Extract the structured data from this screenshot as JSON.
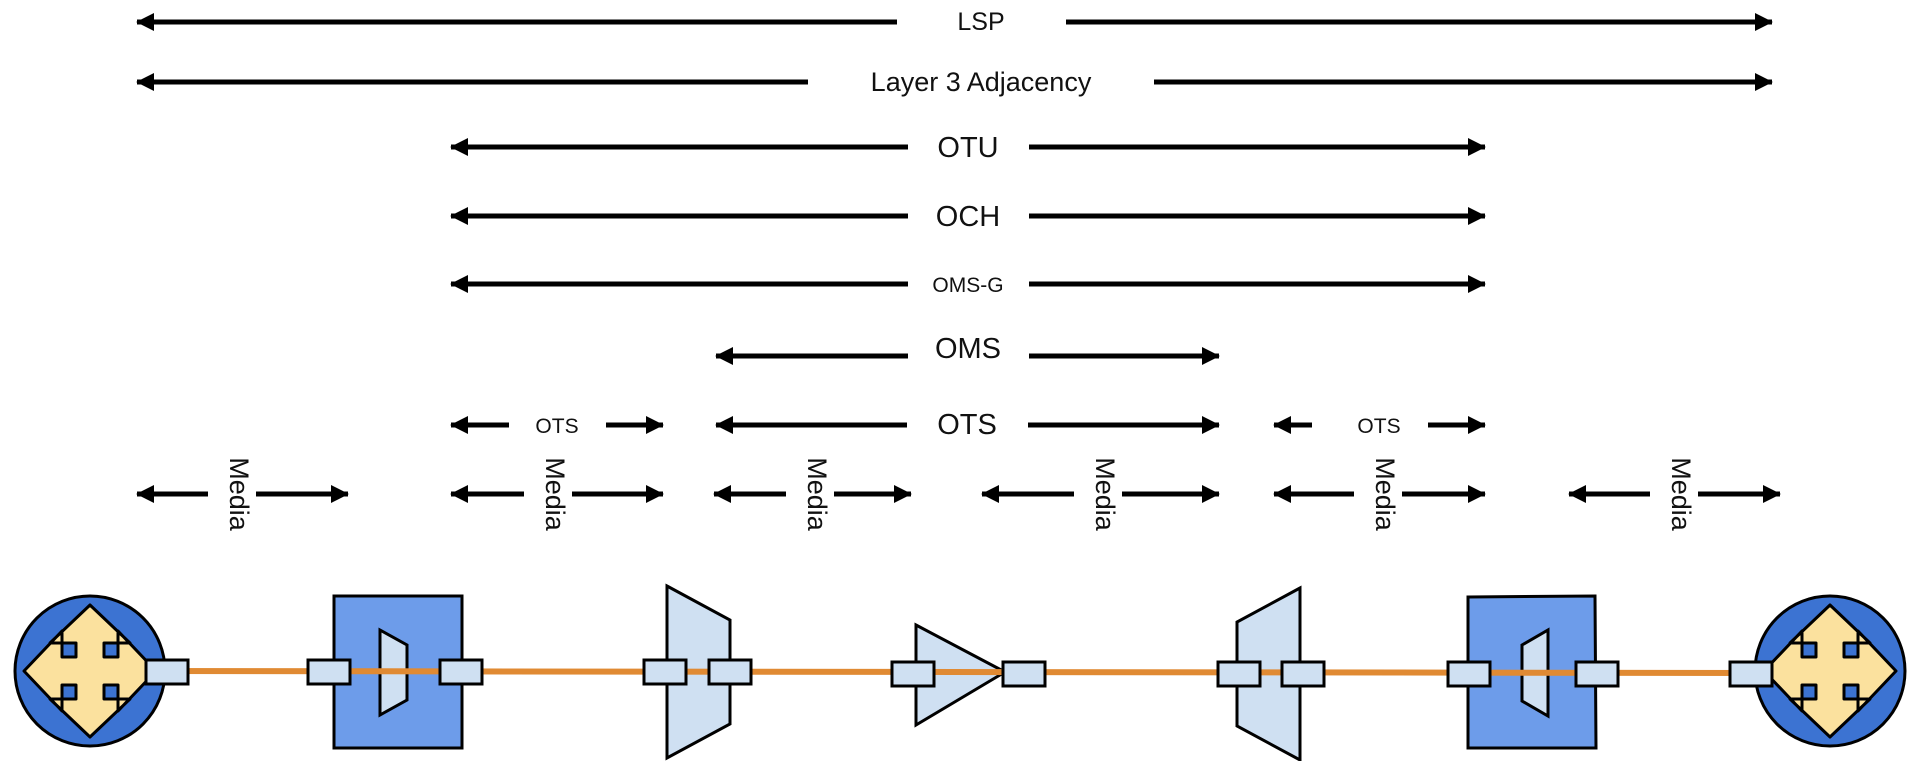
{
  "colors": {
    "arrow": "#000000",
    "router_outer": "#3c73d2",
    "router_arrows": "#fbe19e",
    "port": "#cfe0f2",
    "transponder_box": "#6d9cea",
    "mux_light": "#cfe0f2",
    "fiber": "#e08a33"
  },
  "labels": {
    "lsp": "LSP",
    "l3": "Layer 3 Adjacency",
    "otu": "OTU",
    "och": "OCH",
    "omsg": "OMS-G",
    "oms": "OMS",
    "ots_left": "OTS",
    "ots_mid": "OTS",
    "ots_right": "OTS",
    "media_1": "Media",
    "media_2": "Media",
    "media_3": "Media",
    "media_4": "Media",
    "media_5": "Media",
    "media_6": "Media"
  },
  "icons": {
    "router": "router-icon",
    "transponder": "transponder-icon",
    "mux": "mux-icon",
    "amplifier": "amplifier-icon"
  }
}
